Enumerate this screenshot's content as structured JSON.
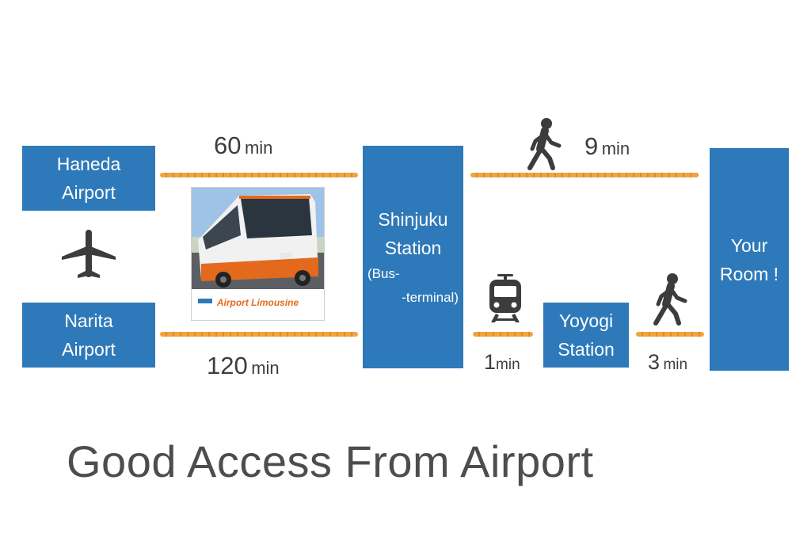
{
  "haneda": {
    "line1": "Haneda",
    "line2": "Airport"
  },
  "narita": {
    "line1": "Narita",
    "line2": "Airport"
  },
  "shinjuku": {
    "line1": "Shinjuku",
    "line2": "Station",
    "line3": "(Bus-",
    "line4": "-terminal)"
  },
  "yoyogi": {
    "line1": "Yoyogi",
    "line2": "Station"
  },
  "room": {
    "line1": "Your",
    "line2": "Room !"
  },
  "times": {
    "haneda_bus": {
      "num": "60",
      "unit": "min"
    },
    "narita_bus": {
      "num": "120",
      "unit": "min"
    },
    "walk_shinjuku": {
      "num": "9",
      "unit": "min"
    },
    "train": {
      "num": "1",
      "unit": "min"
    },
    "walk_yoyogi": {
      "num": "3",
      "unit": "min"
    }
  },
  "bus_caption": "Airport Limousine",
  "headline": "Good Access From Airport",
  "colors": {
    "box": "#2e79b9",
    "route": "#f0a441",
    "bus": "#e36a1c",
    "text": "#4d4d4d"
  },
  "icons": [
    "airplane-icon",
    "train-icon",
    "walking-person-icon",
    "airport-limousine-bus-photo"
  ]
}
